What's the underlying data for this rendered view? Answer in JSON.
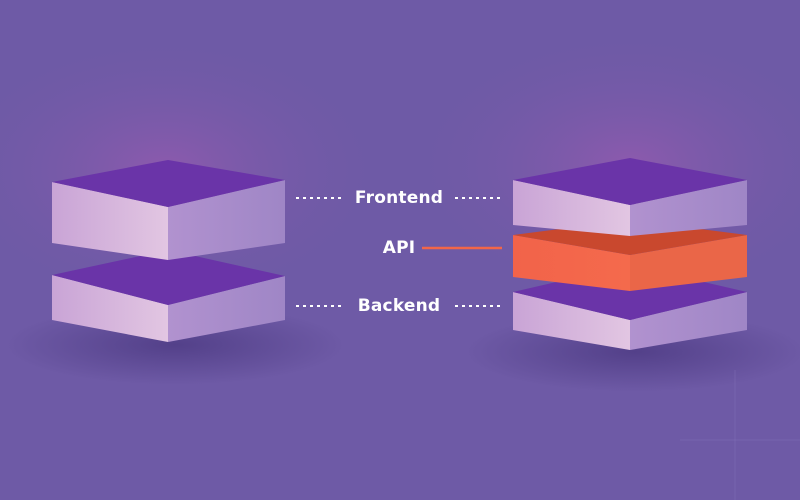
{
  "diagram": {
    "labels": {
      "frontend": "Frontend",
      "api": "API",
      "backend": "Backend"
    },
    "colors": {
      "background": "#6e5aa6",
      "block_top": "#6a34a8",
      "block_front": "#d4b4dc",
      "block_side": "#a78ac9",
      "api_top": "#c9482e",
      "api_front": "#f26649",
      "api_side": "#ea6648",
      "connector_dotted": "#ffffff",
      "connector_api": "#f26649",
      "text": "#ffffff"
    },
    "left_stack": {
      "layers": [
        "slab",
        "slab"
      ]
    },
    "right_stack": {
      "layers": [
        "frontend",
        "api",
        "backend"
      ]
    }
  }
}
